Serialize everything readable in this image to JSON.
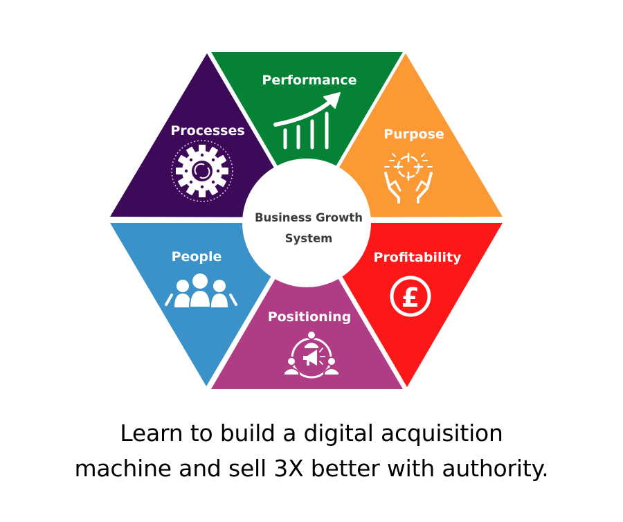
{
  "diagram": {
    "center": {
      "line1": "Business Growth",
      "line2": "System"
    },
    "segments": [
      {
        "label": "Performance",
        "icon": "growth-chart-icon",
        "color": "#068236"
      },
      {
        "label": "Purpose",
        "icon": "target-hands-icon",
        "color": "#fb9a35"
      },
      {
        "label": "Profitability",
        "icon": "pound-coin-icon",
        "color": "#fc1818"
      },
      {
        "label": "Positioning",
        "icon": "megaphone-network-icon",
        "color": "#b03c86"
      },
      {
        "label": "People",
        "icon": "group-people-icon",
        "color": "#3b92c9"
      },
      {
        "label": "Processes",
        "icon": "gear-cycle-icon",
        "color": "#3d0a5a"
      }
    ]
  },
  "caption": {
    "line1": "Learn to build a digital acquisition",
    "line2": "machine and sell 3X better with authority."
  }
}
